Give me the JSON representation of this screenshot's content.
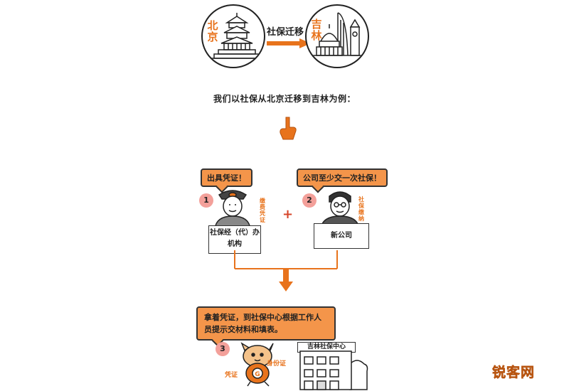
{
  "top": {
    "beijing_label": "北京",
    "jilin_label": "吉林",
    "migrate_label": "社保迁移"
  },
  "caption": "我们以社保从北京迁移到吉林为例：",
  "step1": {
    "number": "1",
    "bubble": "出具凭证！",
    "side_note": "缴费凭证",
    "desk_label": "社保经（代）办机构"
  },
  "plus": "+",
  "step2": {
    "number": "2",
    "bubble": "公司至少交一次社保！",
    "side_note": "社保缴纳",
    "desk_label": "新公司"
  },
  "step3": {
    "number": "3",
    "bubble": "拿着凭证，到社保中心根据工作人员提示交材料和填表。",
    "tag_id": "身份证",
    "tag_voucher": "凭证",
    "building_label": "吉林社保中心"
  },
  "watermark": "锐客网",
  "colors": {
    "accent": "#e8731c",
    "bubble": "#f4954a",
    "step_badge": "#f3a09a"
  }
}
